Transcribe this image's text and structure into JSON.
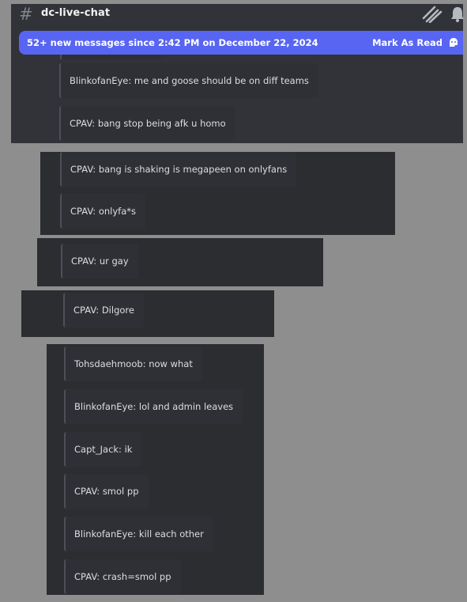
{
  "channel": {
    "name": "dc-live-chat",
    "hash_icon": "hash-icon",
    "header_icons": [
      "threads-icon",
      "bell-icon"
    ]
  },
  "banner": {
    "text": "52+ new messages since 2:42 PM on December 22, 2024",
    "action_label": "Mark As Read",
    "action_icon": "mark-read-icon",
    "color": "#5865f2"
  },
  "panels": [
    {
      "messages": [
        "BlinkofanEye: me and goose should be on diff teams",
        "CPAV: bang stop being afk u homo"
      ]
    },
    {
      "messages": [
        "CPAV: bang is shaking is megapeen on onlyfans",
        "CPAV: onlyfa*s"
      ]
    },
    {
      "messages": [
        "CPAV: ur gay"
      ]
    },
    {
      "messages": [
        "CPAV: Dilgore"
      ]
    },
    {
      "messages": [
        "Tohsdaehmoob: now what",
        "BlinkofanEye: lol and admin leaves",
        "Capt_Jack: ik",
        "CPAV: smol pp",
        "BlinkofanEye: kill each other",
        "CPAV: crash=smol pp"
      ]
    }
  ],
  "colors": {
    "background": "#8e8e8e",
    "panel": "#2b2d31",
    "header_panel": "#313338",
    "message_bg": "#2e3035",
    "message_text": "#dbdee1"
  }
}
